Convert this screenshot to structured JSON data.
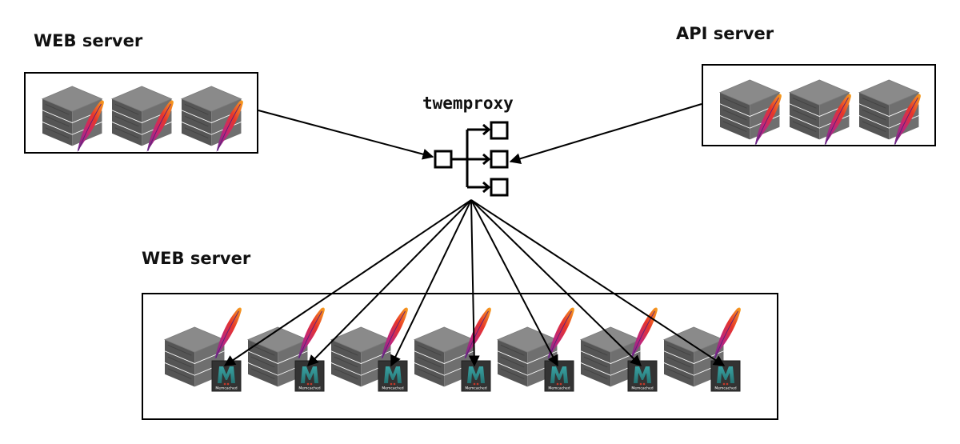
{
  "labels": {
    "web_top": "WEB server",
    "api": "API server",
    "twemproxy": "twemproxy",
    "web_bottom": "WEB server",
    "memcached_badge": "Memcached"
  },
  "icons": {
    "server": "server-stack-icon",
    "feather": "apache-feather-icon",
    "memcached": "memcached-logo-icon"
  },
  "colors": {
    "server_dark": "#555555",
    "server_mid": "#6f6f6f",
    "server_light": "#8a8a8a",
    "memcached_bg": "#333333",
    "memcached_m": "#2f8a8a",
    "feather_red": "#d2232a",
    "feather_orange": "#f6921e",
    "feather_purple": "#6a2c8f"
  },
  "groups": {
    "web_top_count": 3,
    "api_count": 3,
    "web_bottom_count": 7
  }
}
